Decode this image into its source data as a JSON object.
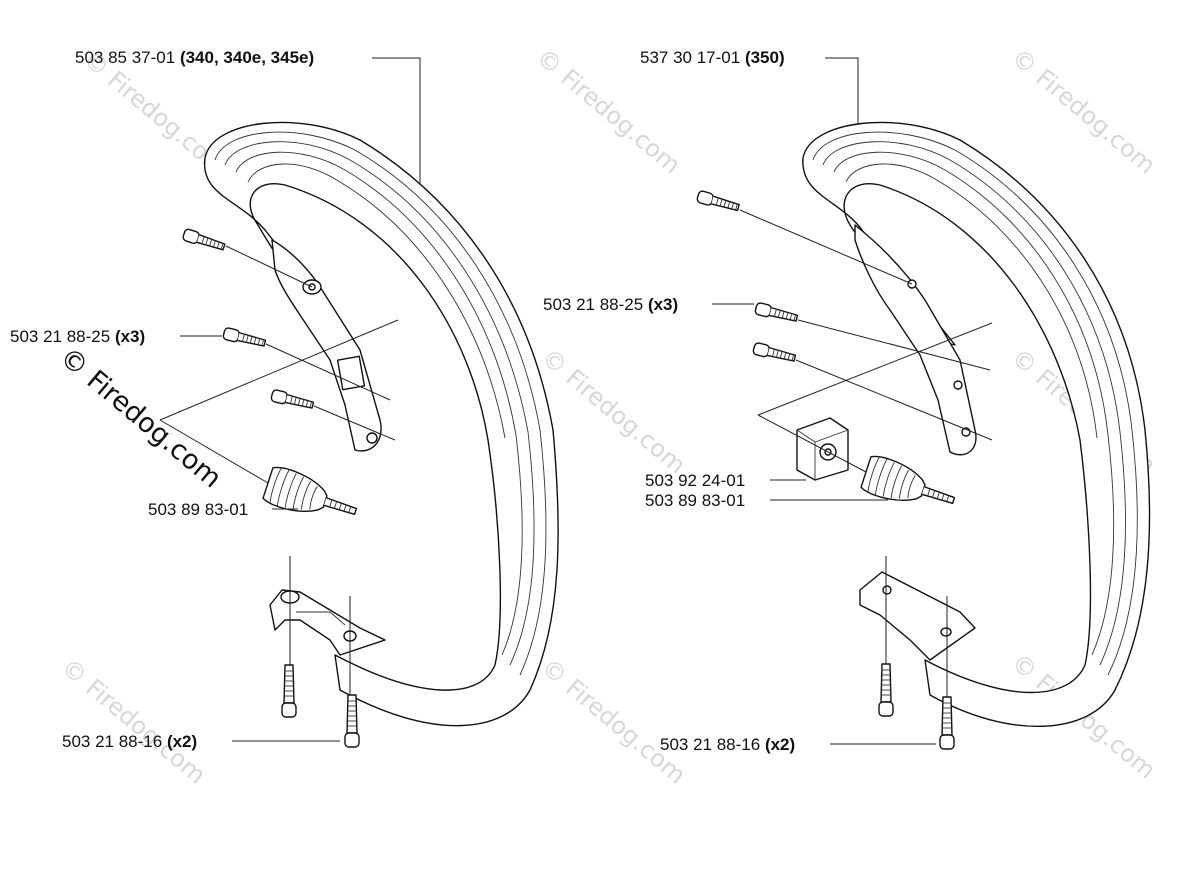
{
  "watermark": {
    "text": "© Firedog.com"
  },
  "left_assembly": {
    "handle": {
      "part": "503 85 37-01",
      "qty": "(340, 340e, 345e)"
    },
    "screws_upper": {
      "part": "503 21 88-25",
      "qty": "(x3)"
    },
    "damper": {
      "part": "503 89 83-01"
    },
    "screws_lower": {
      "part": "503 21 88-16",
      "qty": "(x2)"
    }
  },
  "right_assembly": {
    "handle": {
      "part": "537 30 17-01",
      "qty": "(350)"
    },
    "screws_upper": {
      "part": "503 21 88-25",
      "qty": "(x3)"
    },
    "bracket": {
      "part": "503 92 24-01"
    },
    "damper": {
      "part": "503 89 83-01"
    },
    "screws_lower": {
      "part": "503 21 88-16",
      "qty": "(x2)"
    }
  }
}
